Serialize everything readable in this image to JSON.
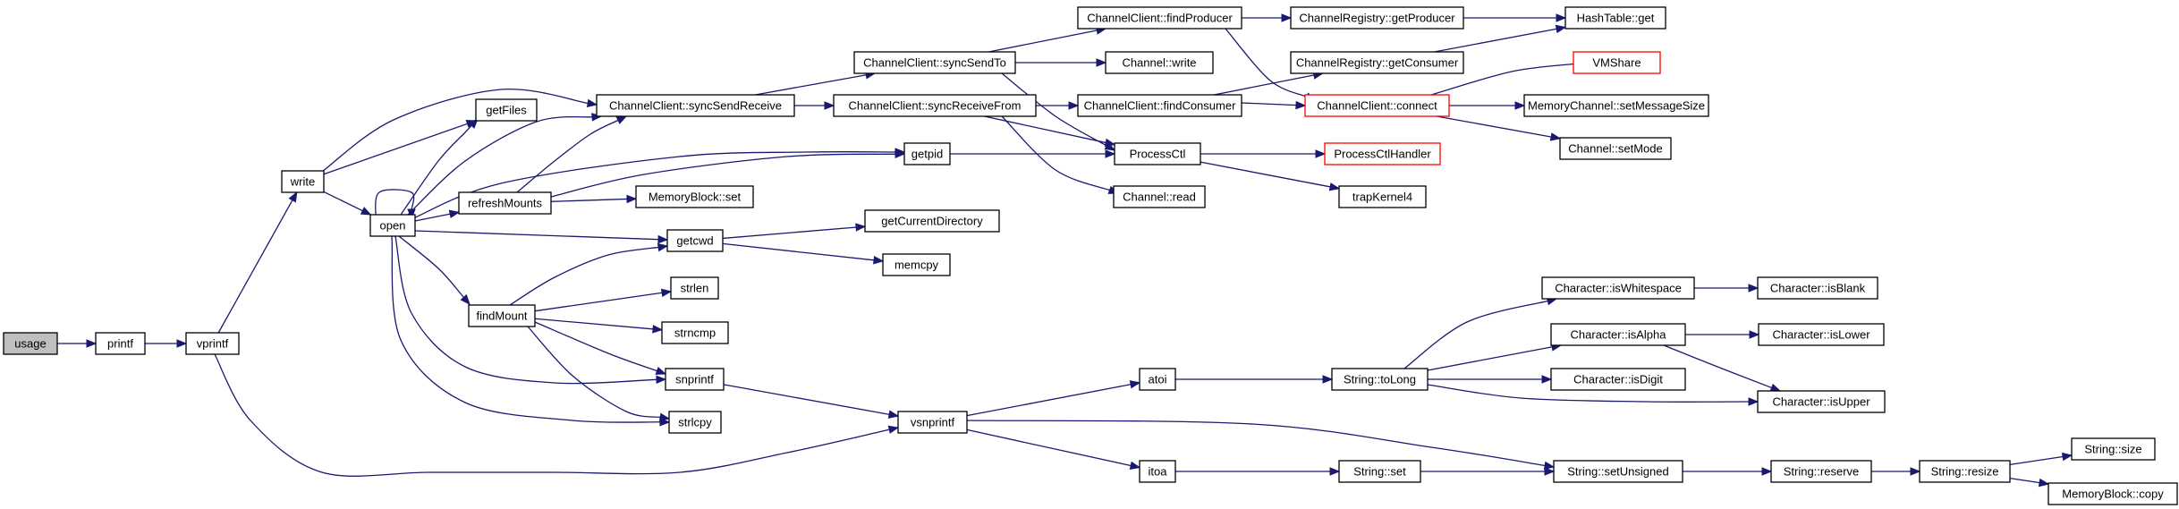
{
  "colors": {
    "edge": "#191970",
    "node_border": "#000000",
    "truncated_border": "#ff0000",
    "root_fill": "#bfbfbf",
    "node_fill": "#ffffff",
    "background": "#ffffff"
  },
  "nodes": [
    {
      "id": "usage",
      "label": "usage",
      "style": "root"
    },
    {
      "id": "printf",
      "label": "printf",
      "style": "normal"
    },
    {
      "id": "vprintf",
      "label": "vprintf",
      "style": "normal"
    },
    {
      "id": "write",
      "label": "write",
      "style": "normal"
    },
    {
      "id": "open",
      "label": "open",
      "style": "normal"
    },
    {
      "id": "getFiles",
      "label": "getFiles",
      "style": "normal"
    },
    {
      "id": "syncSendReceive",
      "label": "ChannelClient::syncSendReceive",
      "style": "normal"
    },
    {
      "id": "refreshMounts",
      "label": "refreshMounts",
      "style": "normal"
    },
    {
      "id": "findMount",
      "label": "findMount",
      "style": "normal"
    },
    {
      "id": "getpid",
      "label": "getpid",
      "style": "normal"
    },
    {
      "id": "getcwd",
      "label": "getcwd",
      "style": "normal"
    },
    {
      "id": "memoryBlockSet",
      "label": "MemoryBlock::set",
      "style": "normal"
    },
    {
      "id": "strlen",
      "label": "strlen",
      "style": "normal"
    },
    {
      "id": "strncmp",
      "label": "strncmp",
      "style": "normal"
    },
    {
      "id": "snprintf",
      "label": "snprintf",
      "style": "normal"
    },
    {
      "id": "strlcpy",
      "label": "strlcpy",
      "style": "normal"
    },
    {
      "id": "vsnprintf",
      "label": "vsnprintf",
      "style": "normal"
    },
    {
      "id": "syncSendTo",
      "label": "ChannelClient::syncSendTo",
      "style": "normal"
    },
    {
      "id": "syncReceiveFrom",
      "label": "ChannelClient::syncReceiveFrom",
      "style": "normal"
    },
    {
      "id": "getCurrentDirectory",
      "label": "getCurrentDirectory",
      "style": "normal"
    },
    {
      "id": "memcpy",
      "label": "memcpy",
      "style": "normal"
    },
    {
      "id": "findProducer",
      "label": "ChannelClient::findProducer",
      "style": "normal"
    },
    {
      "id": "channelWrite",
      "label": "Channel::write",
      "style": "normal"
    },
    {
      "id": "findConsumer",
      "label": "ChannelClient::findConsumer",
      "style": "normal"
    },
    {
      "id": "processCtl",
      "label": "ProcessCtl",
      "style": "normal"
    },
    {
      "id": "channelRead",
      "label": "Channel::read",
      "style": "normal"
    },
    {
      "id": "getProducer",
      "label": "ChannelRegistry::getProducer",
      "style": "normal"
    },
    {
      "id": "getConsumer",
      "label": "ChannelRegistry::getConsumer",
      "style": "normal"
    },
    {
      "id": "connect",
      "label": "ChannelClient::connect",
      "style": "truncated"
    },
    {
      "id": "processCtlHandler",
      "label": "ProcessCtlHandler",
      "style": "truncated"
    },
    {
      "id": "trapKernel4",
      "label": "trapKernel4",
      "style": "normal"
    },
    {
      "id": "hashTableGet",
      "label": "HashTable::get",
      "style": "normal"
    },
    {
      "id": "vmShare",
      "label": "VMShare",
      "style": "truncated"
    },
    {
      "id": "setMessageSize",
      "label": "MemoryChannel::setMessageSize",
      "style": "normal"
    },
    {
      "id": "setMode",
      "label": "Channel::setMode",
      "style": "normal"
    },
    {
      "id": "atoi",
      "label": "atoi",
      "style": "normal"
    },
    {
      "id": "itoa",
      "label": "itoa",
      "style": "normal"
    },
    {
      "id": "toLong",
      "label": "String::toLong",
      "style": "normal"
    },
    {
      "id": "stringSet",
      "label": "String::set",
      "style": "normal"
    },
    {
      "id": "isWhitespace",
      "label": "Character::isWhitespace",
      "style": "normal"
    },
    {
      "id": "isAlpha",
      "label": "Character::isAlpha",
      "style": "normal"
    },
    {
      "id": "isDigit",
      "label": "Character::isDigit",
      "style": "normal"
    },
    {
      "id": "isUpper",
      "label": "Character::isUpper",
      "style": "normal"
    },
    {
      "id": "setUnsigned",
      "label": "String::setUnsigned",
      "style": "normal"
    },
    {
      "id": "isBlank",
      "label": "Character::isBlank",
      "style": "normal"
    },
    {
      "id": "isLower",
      "label": "Character::isLower",
      "style": "normal"
    },
    {
      "id": "reserve",
      "label": "String::reserve",
      "style": "normal"
    },
    {
      "id": "resize",
      "label": "String::resize",
      "style": "normal"
    },
    {
      "id": "stringSize",
      "label": "String::size",
      "style": "normal"
    },
    {
      "id": "memoryBlockCopy",
      "label": "MemoryBlock::copy",
      "style": "normal"
    }
  ],
  "edges": [
    {
      "from": "usage",
      "to": "printf"
    },
    {
      "from": "printf",
      "to": "vprintf"
    },
    {
      "from": "vprintf",
      "to": "write"
    },
    {
      "from": "vprintf",
      "to": "vsnprintf"
    },
    {
      "from": "write",
      "to": "open"
    },
    {
      "from": "write",
      "to": "getFiles"
    },
    {
      "from": "write",
      "to": "syncSendReceive"
    },
    {
      "from": "open",
      "to": "open"
    },
    {
      "from": "open",
      "to": "getFiles"
    },
    {
      "from": "open",
      "to": "syncSendReceive"
    },
    {
      "from": "open",
      "to": "refreshMounts"
    },
    {
      "from": "open",
      "to": "findMount"
    },
    {
      "from": "open",
      "to": "getcwd"
    },
    {
      "from": "open",
      "to": "snprintf"
    },
    {
      "from": "open",
      "to": "strlcpy"
    },
    {
      "from": "open",
      "to": "getpid"
    },
    {
      "from": "refreshMounts",
      "to": "syncSendReceive"
    },
    {
      "from": "refreshMounts",
      "to": "getpid"
    },
    {
      "from": "refreshMounts",
      "to": "memoryBlockSet"
    },
    {
      "from": "findMount",
      "to": "getcwd"
    },
    {
      "from": "findMount",
      "to": "strlen"
    },
    {
      "from": "findMount",
      "to": "strncmp"
    },
    {
      "from": "findMount",
      "to": "snprintf"
    },
    {
      "from": "findMount",
      "to": "strlcpy"
    },
    {
      "from": "snprintf",
      "to": "vsnprintf"
    },
    {
      "from": "getcwd",
      "to": "getCurrentDirectory"
    },
    {
      "from": "getcwd",
      "to": "memcpy"
    },
    {
      "from": "getpid",
      "to": "processCtl"
    },
    {
      "from": "syncSendReceive",
      "to": "syncSendTo"
    },
    {
      "from": "syncSendReceive",
      "to": "syncReceiveFrom"
    },
    {
      "from": "syncSendTo",
      "to": "findProducer"
    },
    {
      "from": "syncSendTo",
      "to": "channelWrite"
    },
    {
      "from": "syncSendTo",
      "to": "processCtl"
    },
    {
      "from": "syncReceiveFrom",
      "to": "findConsumer"
    },
    {
      "from": "syncReceiveFrom",
      "to": "processCtl"
    },
    {
      "from": "syncReceiveFrom",
      "to": "channelRead"
    },
    {
      "from": "findProducer",
      "to": "getProducer"
    },
    {
      "from": "findProducer",
      "to": "connect"
    },
    {
      "from": "findConsumer",
      "to": "getConsumer"
    },
    {
      "from": "findConsumer",
      "to": "connect"
    },
    {
      "from": "getProducer",
      "to": "hashTableGet"
    },
    {
      "from": "getConsumer",
      "to": "hashTableGet"
    },
    {
      "from": "connect",
      "to": "vmShare"
    },
    {
      "from": "connect",
      "to": "setMessageSize"
    },
    {
      "from": "connect",
      "to": "setMode"
    },
    {
      "from": "processCtl",
      "to": "processCtlHandler"
    },
    {
      "from": "processCtl",
      "to": "trapKernel4"
    },
    {
      "from": "vsnprintf",
      "to": "atoi"
    },
    {
      "from": "vsnprintf",
      "to": "itoa"
    },
    {
      "from": "vsnprintf",
      "to": "setUnsigned"
    },
    {
      "from": "atoi",
      "to": "toLong"
    },
    {
      "from": "itoa",
      "to": "stringSet"
    },
    {
      "from": "stringSet",
      "to": "setUnsigned"
    },
    {
      "from": "toLong",
      "to": "isWhitespace"
    },
    {
      "from": "toLong",
      "to": "isAlpha"
    },
    {
      "from": "toLong",
      "to": "isDigit"
    },
    {
      "from": "toLong",
      "to": "isUpper"
    },
    {
      "from": "isWhitespace",
      "to": "isBlank"
    },
    {
      "from": "isAlpha",
      "to": "isLower"
    },
    {
      "from": "isAlpha",
      "to": "isUpper"
    },
    {
      "from": "setUnsigned",
      "to": "reserve"
    },
    {
      "from": "reserve",
      "to": "resize"
    },
    {
      "from": "resize",
      "to": "stringSize"
    },
    {
      "from": "resize",
      "to": "memoryBlockCopy"
    }
  ]
}
